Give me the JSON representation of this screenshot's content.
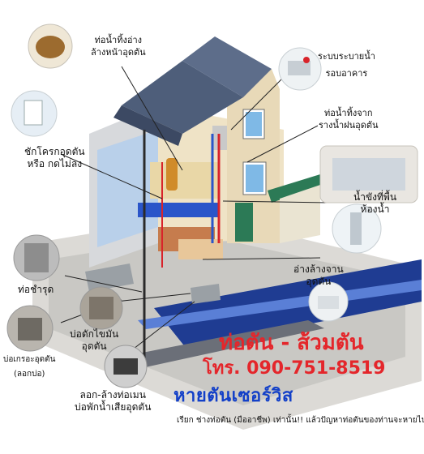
{
  "labels": {
    "sink_drain": [
      "ท่อน้ำทิ้งอ่าง",
      "ล้างหน้าอุดตัน"
    ],
    "house_drain": [
      "ระบบระบายน้ำ",
      "รอบอาคาร"
    ],
    "roof_gutter": [
      "ท่อน้ำทิ้งจาก",
      "รางน้ำฝนอุดตัน"
    ],
    "toilet": [
      "ชักโครกอุดตัน",
      "หรือ กดไม่ลง"
    ],
    "floor_water": [
      "น้ำขังที่พื้น",
      "ห้องน้ำ"
    ],
    "kitchen_sink": [
      "อ่างล้างจาน",
      "อุดตัน"
    ],
    "broken_pipe": "ท่อชำรุด",
    "grease_trap": [
      "บ่อดักไขมัน",
      "อุดตัน"
    ],
    "septic": [
      "บ่อเกรอะอุดตัน",
      "(ลอกบ่อ)"
    ],
    "sewer": [
      "ลอก-ล้างท่อเมน",
      "บ่อพักน้ำเสียอุดตัน"
    ]
  },
  "ad": {
    "headline": "ท่อตัน - ส้วมตัน",
    "phone": "โทร. 090-751-8519",
    "brand": "หายตันเซอร์วิส",
    "footer": "เรียก ช่างท่อตัน (มืออาชีพ) เท่านั้น!! แล้วปัญหาท่อตันของท่านจะหายไป."
  },
  "colors": {
    "headline": "#e4262b",
    "brand": "#1340c8",
    "pipe_red": "#d8232a",
    "pipe_blue": "#2a55c9",
    "roof": "#4e5e7a",
    "wall": "#efe3c6"
  }
}
